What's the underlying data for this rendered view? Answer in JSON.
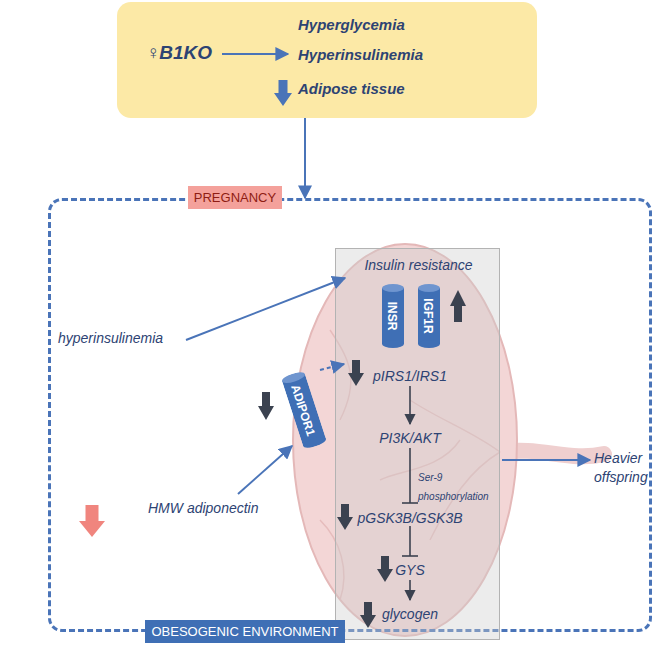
{
  "diagram": {
    "nodes": [
      {
        "text": [
          "♀B1KO",
          "Hyperglycemia",
          "Hyperinsulinemia",
          "Adipose tissue"
        ]
      },
      {
        "text": [
          "PREGNANCY",
          "OBESOGENIC ENVIRONMENT"
        ]
      },
      {
        "text": [
          "Insulin resistance"
        ],
        "in": 1
      },
      {
        "text": [
          "INSR"
        ],
        "in": 2
      },
      {
        "text": [
          "IGF1R"
        ],
        "in": 2
      },
      {
        "text": [
          "ADIPOR1"
        ],
        "in": 1
      }
    ],
    "edges": [
      {
        "from": 0,
        "to": 1,
        "arrow": "to"
      }
    ],
    "labels": [
      "hyperinsulinemia",
      "HMW adiponectin",
      "pIRS1/IRS1",
      "PI3K/AKT",
      "pGSK3B/GSK3B",
      "GYS",
      "glycogen",
      "Ser-9 phosphorylation",
      "Heavier offspring"
    ]
  }
}
